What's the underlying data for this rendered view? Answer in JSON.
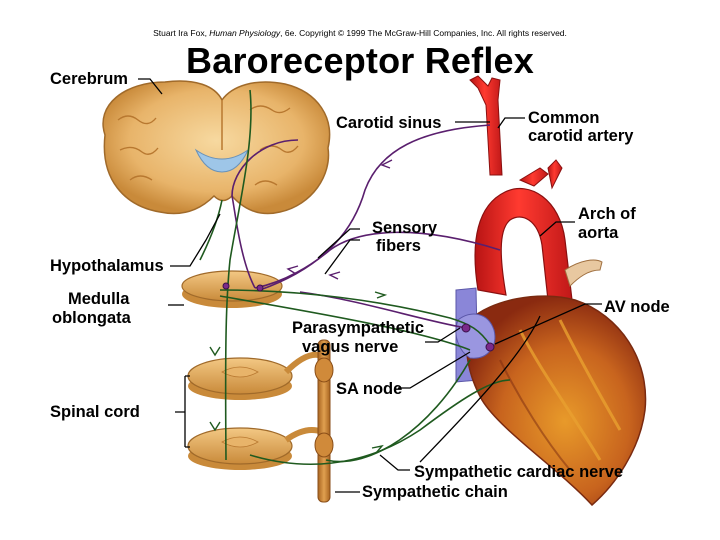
{
  "copyright": {
    "author": "Stuart Ira Fox, ",
    "book": "Human Physiology",
    "rest": ", 6e. Copyright © 1999 The McGraw-Hill Companies, Inc.  All rights reserved."
  },
  "title": "Baroreceptor Reflex",
  "labels": {
    "cerebrum": "Cerebrum",
    "carotid_sinus": "Carotid sinus",
    "common_carotid_l1": "Common",
    "common_carotid_l2": "carotid artery",
    "arch_l1": "Arch of",
    "arch_l2": "aorta",
    "sensory_l1": "Sensory",
    "sensory_l2": "fibers",
    "hypothalamus": "Hypothalamus",
    "medulla_l1": "Medulla",
    "medulla_l2": "oblongata",
    "av_node": "AV node",
    "parasym_l1": "Parasympathetic",
    "parasym_l2": "vagus nerve",
    "sa_node": "SA node",
    "spinal_cord": "Spinal cord",
    "symp_cardiac": "Sympathetic cardiac nerve",
    "symp_chain": "Sympathetic chain"
  },
  "colors": {
    "sensory_fiber": "#5a1f6e",
    "motor_fiber": "#1f5a1f",
    "artery": "#e02020",
    "heart_muscle": "#c8781e",
    "vein": "#8a86d8",
    "brain": "#e6b46a"
  }
}
